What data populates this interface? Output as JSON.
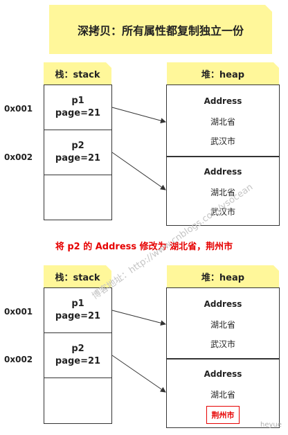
{
  "title": "深拷贝：所有属性都复制独立一份",
  "stack_header": "栈：stack",
  "heap_header": "堆：heap",
  "caption": "将 p2 的 Address 修改为 湖北省，荆州市",
  "watermark": "博客地址：http://www.cnblogs.com/ysocean",
  "signature": "heyue",
  "before": {
    "addresses": [
      "0x001",
      "0x002"
    ],
    "stack": [
      {
        "name": "p1",
        "field": "page=21"
      },
      {
        "name": "p2",
        "field": "page=21"
      }
    ],
    "heap": [
      {
        "type": "Address",
        "province": "湖北省",
        "city": "武汉市"
      },
      {
        "type": "Address",
        "province": "湖北省",
        "city": "武汉市"
      }
    ]
  },
  "after": {
    "addresses": [
      "0x001",
      "0x002"
    ],
    "stack": [
      {
        "name": "p1",
        "field": "page=21"
      },
      {
        "name": "p2",
        "field": "page=21"
      }
    ],
    "heap": [
      {
        "type": "Address",
        "province": "湖北省",
        "city": "武汉市"
      },
      {
        "type": "Address",
        "province": "湖北省",
        "city": "荆州市"
      }
    ]
  },
  "colors": {
    "note": "#fff79a",
    "highlight": "#e60000",
    "border": "#333333"
  }
}
